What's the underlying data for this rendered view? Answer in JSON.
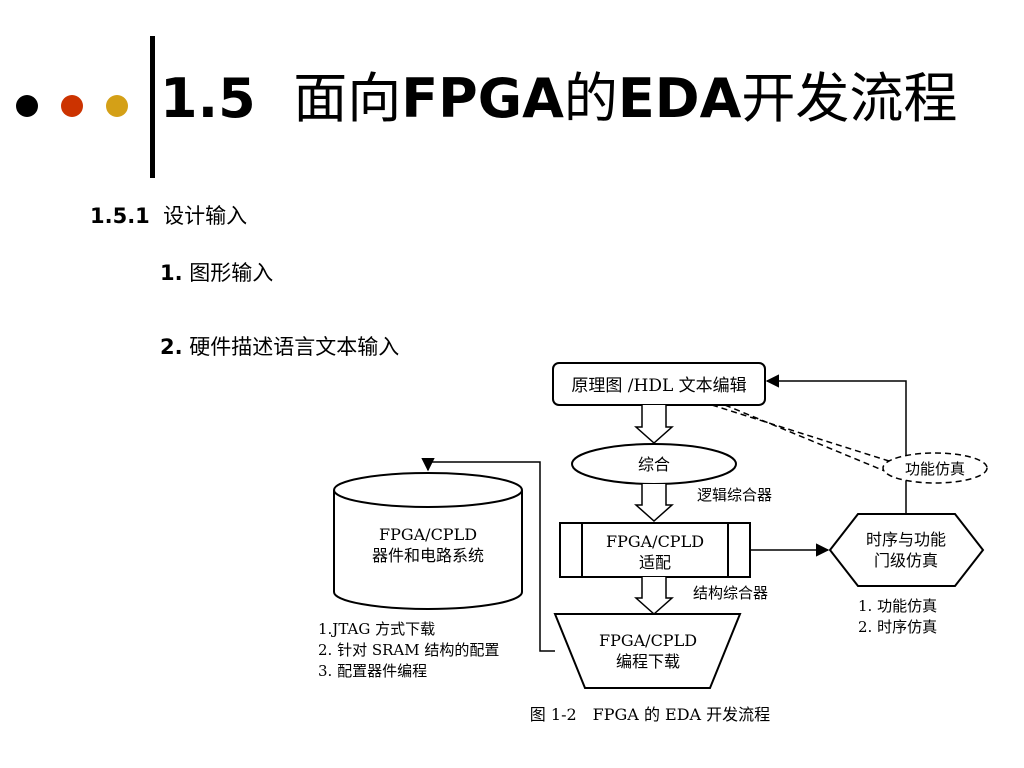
{
  "header": {
    "title_num": "1.5",
    "title_cn1": "面向",
    "title_en1": "FPGA",
    "title_cn2": "的",
    "title_en2": "EDA",
    "title_cn3": "开发流程"
  },
  "section": {
    "num": "1.5.1",
    "label": "设计输入"
  },
  "items": [
    {
      "num": "1.",
      "label": "图形输入"
    },
    {
      "num": "2.",
      "label": "硬件描述语言文本输入"
    }
  ],
  "diagram": {
    "editor": "原理图 /HDL 文本编辑",
    "synthesis": "综合",
    "logic_synth": "逻辑综合器",
    "fit_line1": "FPGA/CPLD",
    "fit_line2": "适配",
    "struct_synth": "结构综合器",
    "download_line1": "FPGA/CPLD",
    "download_line2": "编程下载",
    "system_line1": "FPGA/CPLD",
    "system_line2": "器件和电路系统",
    "sim_line1": "时序与功能",
    "sim_line2": "门级仿真",
    "func_sim": "功能仿真",
    "sim_list": [
      "1. 功能仿真",
      "2. 时序仿真"
    ],
    "prog_list": [
      "1.JTAG 方式下载",
      "2. 针对 SRAM 结构的配置",
      "3. 配置器件编程"
    ],
    "caption": "图 1-2　FPGA 的 EDA 开发流程"
  },
  "colors": {
    "dot1": "#000000",
    "dot2": "#cc3300",
    "dot3": "#d4a017"
  }
}
